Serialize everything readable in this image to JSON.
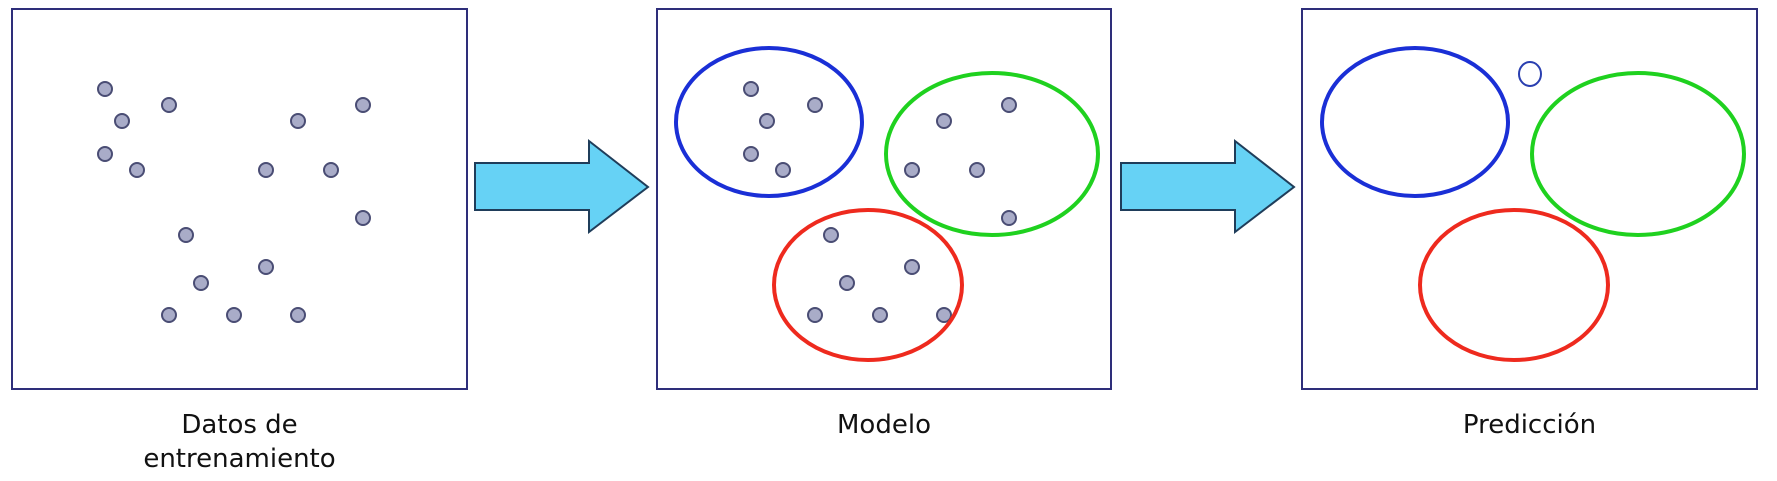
{
  "panels": [
    {
      "id": "training",
      "caption_lines": [
        "Datos de",
        "entrenamiento"
      ]
    },
    {
      "id": "model",
      "caption_lines": [
        "Modelo"
      ]
    },
    {
      "id": "prediction",
      "caption_lines": [
        "Predicción"
      ]
    }
  ],
  "colors": {
    "frame": "#2e2e7a",
    "point_fill": "#a9acc8",
    "point_stroke": "#4a4d74",
    "arrow_fill": "#66d2f5",
    "arrow_stroke": "#1f3d5a",
    "cluster_blue": "#1a2fd6",
    "cluster_green": "#1fd11f",
    "cluster_red": "#ee2a1e",
    "new_point_stroke": "#2a3fb0"
  },
  "clusters": [
    "blue",
    "green",
    "red"
  ]
}
